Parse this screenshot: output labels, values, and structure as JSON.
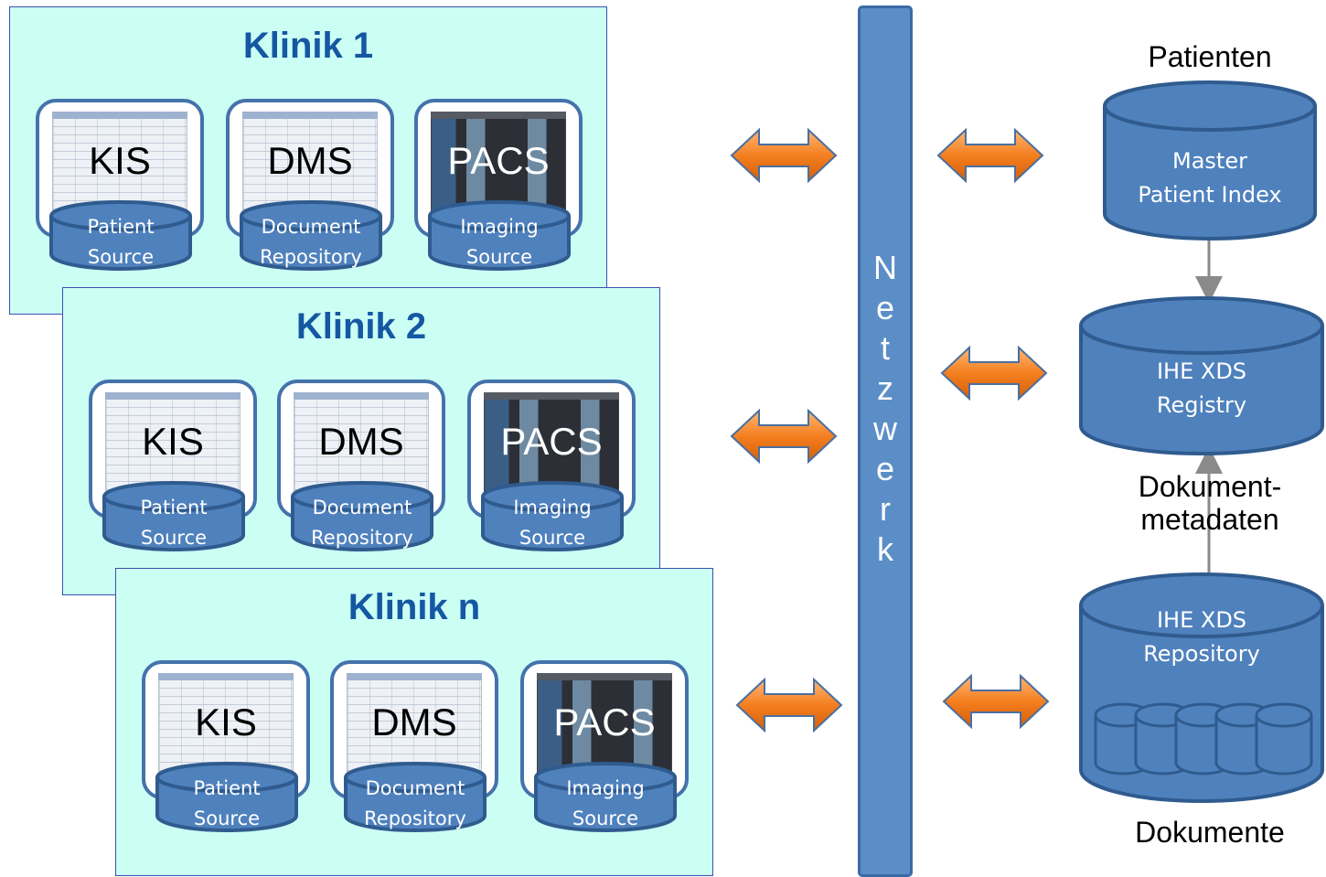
{
  "clinics": [
    {
      "title": "Klinik 1",
      "systems": [
        {
          "label": "KIS",
          "db_line1": "Patient",
          "db_line2": "Source"
        },
        {
          "label": "DMS",
          "db_line1": "Document",
          "db_line2": "Repository"
        },
        {
          "label": "PACS",
          "db_line1": "Imaging",
          "db_line2": "Source"
        }
      ]
    },
    {
      "title": "Klinik 2",
      "systems": [
        {
          "label": "KIS",
          "db_line1": "Patient",
          "db_line2": "Source"
        },
        {
          "label": "DMS",
          "db_line1": "Document",
          "db_line2": "Repository"
        },
        {
          "label": "PACS",
          "db_line1": "Imaging",
          "db_line2": "Source"
        }
      ]
    },
    {
      "title": "Klinik n",
      "systems": [
        {
          "label": "KIS",
          "db_line1": "Patient",
          "db_line2": "Source"
        },
        {
          "label": "DMS",
          "db_line1": "Document",
          "db_line2": "Repository"
        },
        {
          "label": "PACS",
          "db_line1": "Imaging",
          "db_line2": "Source"
        }
      ]
    }
  ],
  "network": {
    "letters": [
      "N",
      "e",
      "t",
      "z",
      "w",
      "e",
      "r",
      "k"
    ]
  },
  "right": {
    "patienten_label": "Patienten",
    "mpi_line1": "Master",
    "mpi_line2": "Patient Index",
    "registry_line1": "IHE XDS",
    "registry_line2": "Registry",
    "metadata_line1": "Dokument-",
    "metadata_line2": "metadaten",
    "repository_line1": "IHE XDS",
    "repository_line2": "Repository",
    "dokumente_label": "Dokumente"
  },
  "colors": {
    "clinic_bg": "#ccfff4",
    "clinic_title": "#1457a3",
    "db_fill": "#4f81bd",
    "db_stroke": "#2f5b8f",
    "network": "#5b8ec7",
    "arrow_fill": "#f47f1f"
  }
}
